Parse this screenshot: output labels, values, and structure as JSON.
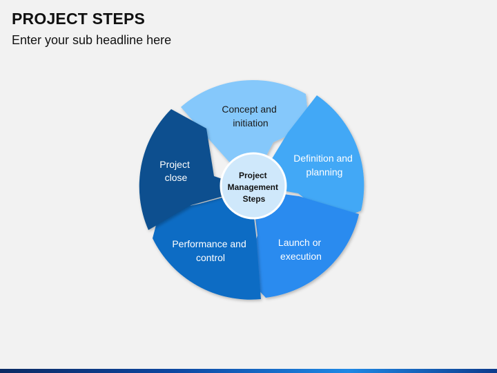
{
  "header": {
    "title": "PROJECT STEPS",
    "subtitle": "Enter your sub headline here"
  },
  "diagram": {
    "center": {
      "lines": [
        "Project",
        "Management",
        "Steps"
      ],
      "fill": "#cfe8fb"
    },
    "steps": [
      {
        "lines": [
          "Concept and",
          "initiation"
        ],
        "fill": "#85c8fb",
        "text_color": "#1a1a1a"
      },
      {
        "lines": [
          "Definition and",
          "planning"
        ],
        "fill": "#42a8f6",
        "text_color": "#ffffff"
      },
      {
        "lines": [
          "Launch or",
          "execution"
        ],
        "fill": "#2a8bef",
        "text_color": "#ffffff"
      },
      {
        "lines": [
          "Performance and",
          "control"
        ],
        "fill": "#0d6cc4",
        "text_color": "#ffffff"
      },
      {
        "lines": [
          "Project",
          "close"
        ],
        "fill": "#08508f",
        "text_color": "#ffffff"
      }
    ]
  },
  "colors": {
    "background": "#f2f2f2",
    "bar_dark": "#0b2a63",
    "bar_light": "#1e88e5"
  }
}
